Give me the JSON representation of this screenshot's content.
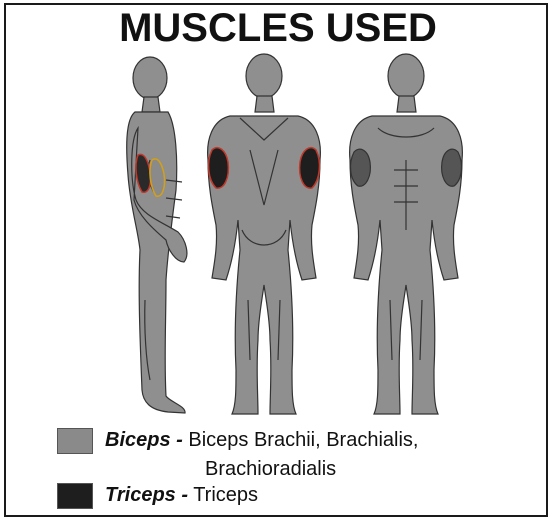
{
  "title": "MUSCLES USED",
  "colors": {
    "body": "#8f8f8f",
    "outline": "#333333",
    "biceps": "#8a8a8a",
    "triceps": "#1e1e1e",
    "highlight_red": "#c0392b",
    "highlight_orange": "#d4a017"
  },
  "figures": [
    {
      "view": "side"
    },
    {
      "view": "back"
    },
    {
      "view": "front"
    }
  ],
  "legend": [
    {
      "name": "Biceps -",
      "desc": "Biceps Brachii, Brachialis,",
      "desc_cont": "Brachioradialis",
      "swatch": "biceps"
    },
    {
      "name": "Triceps -",
      "desc": "Triceps",
      "swatch": "triceps"
    }
  ]
}
